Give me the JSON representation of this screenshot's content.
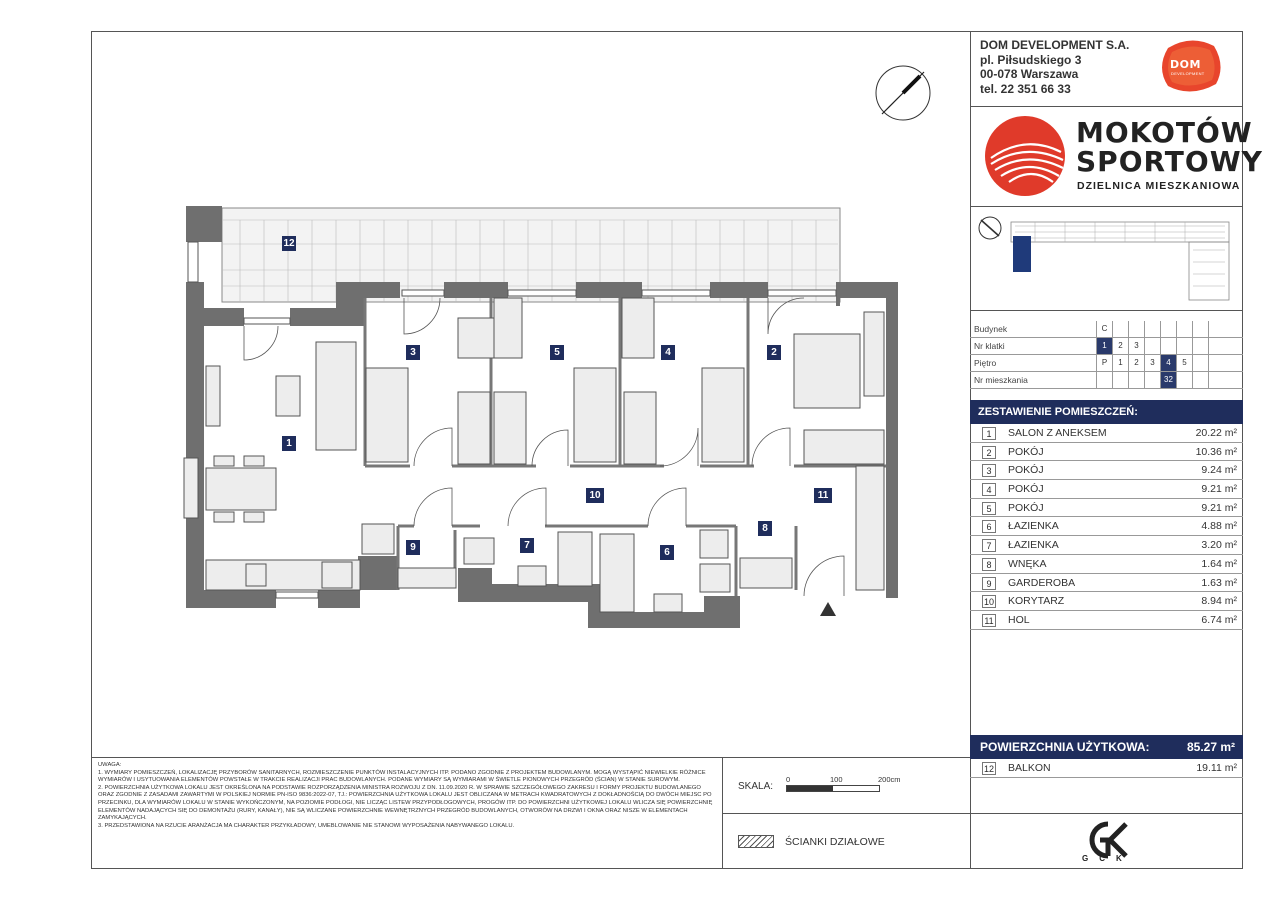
{
  "company": {
    "name": "DOM DEVELOPMENT S.A.",
    "address1": "pl. Piłsudskiego 3",
    "address2": "00-078 Warszawa",
    "phone": "tel. 22 351 66 33",
    "logo_text": "DOM",
    "logo_sub": "DEVELOPMENT",
    "logo_color": "#e8452c"
  },
  "project": {
    "title_line1": "MOKOTÓW",
    "title_line2": "SPORTOWY",
    "subtitle": "DZIELNICA MIESZKANIOWA",
    "logo_color": "#e03a2a"
  },
  "info": {
    "rows": [
      {
        "label": "Budynek",
        "cells": [
          "C"
        ],
        "highlight": []
      },
      {
        "label": "Nr klatki",
        "cells": [
          "1",
          "2",
          "3"
        ],
        "highlight": [
          0
        ]
      },
      {
        "label": "Piętro",
        "cells": [
          "P",
          "1",
          "2",
          "3",
          "4",
          "5"
        ],
        "highlight": [
          4
        ]
      },
      {
        "label": "Nr mieszkania",
        "cells": [
          "",
          "",
          "",
          "",
          "32"
        ],
        "highlight": [
          4
        ]
      }
    ]
  },
  "rooms_header": "ZESTAWIENIE POMIESZCZEŃ:",
  "rooms": [
    {
      "num": "1",
      "name": "SALON Z ANEKSEM",
      "area": "20.22 m²"
    },
    {
      "num": "2",
      "name": "POKÓJ",
      "area": "10.36 m²"
    },
    {
      "num": "3",
      "name": "POKÓJ",
      "area": "9.24 m²"
    },
    {
      "num": "4",
      "name": "POKÓJ",
      "area": "9.21 m²"
    },
    {
      "num": "5",
      "name": "POKÓJ",
      "area": "9.21 m²"
    },
    {
      "num": "6",
      "name": "ŁAZIENKA",
      "area": "4.88 m²"
    },
    {
      "num": "7",
      "name": "ŁAZIENKA",
      "area": "3.20 m²"
    },
    {
      "num": "8",
      "name": "WNĘKA",
      "area": "1.64 m²"
    },
    {
      "num": "9",
      "name": "GARDEROBA",
      "area": "1.63 m²"
    },
    {
      "num": "10",
      "name": "KORYTARZ",
      "area": "8.94 m²"
    },
    {
      "num": "11",
      "name": "HOL",
      "area": "6.74 m²"
    }
  ],
  "usable_area": {
    "label": "POWIERZCHNIA UŻYTKOWA:",
    "value": "85.27 m²"
  },
  "balcony": {
    "num": "12",
    "name": "BALKON",
    "area": "19.11 m²"
  },
  "notes": {
    "title": "UWAGA:",
    "items": [
      "1. WYMIARY POMIESZCZEŃ, LOKALIZACJĘ PRZYBORÓW SANITARNYCH, ROZMIESZCZENIE PUNKTÓW INSTALACYJNYCH ITP. PODANO ZGODNIE Z PROJEKTEM BUDOWLANYM. MOGĄ WYSTĄPIĆ NIEWIELKIE RÓŻNICE WYMIARÓW I USYTUOWANIA ELEMENTÓW POWSTAŁE W TRAKCIE REALIZACJI PRAC BUDOWLANYCH. PODANE WYMIARY SĄ WYMIARAMI W ŚWIETLE PIONOWYCH PRZEGRÓD (ŚCIAN) W STANIE SUROWYM.",
      "2. POWIERZCHNIA UŻYTKOWA LOKALU JEST OKREŚLONA NA PODSTAWIE ROZPORZĄDZENIA MINISTRA ROZWOJU Z DN. 11.09.2020 R. W SPRAWIE SZCZEGÓŁOWEGO ZAKRESU I FORMY PROJEKTU BUDOWLANEGO ORAZ ZGODNIE Z ZASADAMI ZAWARTYMI W POLSKIEJ NORMIE PN-ISO 9836:2022-07, TJ.: POWIERZCHNIA UŻYTKOWA LOKALU JEST OBLICZANA W METRACH KWADRATOWYCH Z DOKŁADNOŚCIĄ DO DWÓCH MIEJSC PO PRZECINKU, DLA WYMIARÓW LOKALU W STANIE WYKOŃCZONYM, NA POZIOMIE PODŁOGI, NIE LICZĄC LISTEW PRZYPODŁOGOWYCH, PROGÓW ITP. DO POWIERZCHNI UŻYTKOWEJ LOKALU WLICZA SIĘ POWIERZCHNIĘ ELEMENTÓW NADAJĄCYCH SIĘ DO DEMONTAŻU (RURY, KANAŁY), NIE SĄ WLICZANE POWIERZCHNIE WEWNĘTRZNYCH PRZEGRÓD BUDOWLANYCH, OTWORÓW NA DRZWI I OKNA ORAZ NISZE W ELEMENTACH ZAMYKAJĄCYCH.",
      "3. PRZEDSTAWIONA NA RZUCIE ARANŻACJA MA CHARAKTER PRZYKŁADOWY, UMEBLOWANIE NIE STANOWI WYPOSAŻENIA NABYWANEGO LOKALU."
    ]
  },
  "scale": {
    "label": "SKALA:",
    "ticks": [
      "0",
      "100",
      "200cm"
    ]
  },
  "legend": {
    "text": "ŚCIANKI DZIAŁOWE"
  },
  "gck": {
    "text": "GCK"
  },
  "plan_labels": [
    "1",
    "2",
    "3",
    "4",
    "5",
    "6",
    "7",
    "8",
    "9",
    "10",
    "11",
    "12"
  ]
}
